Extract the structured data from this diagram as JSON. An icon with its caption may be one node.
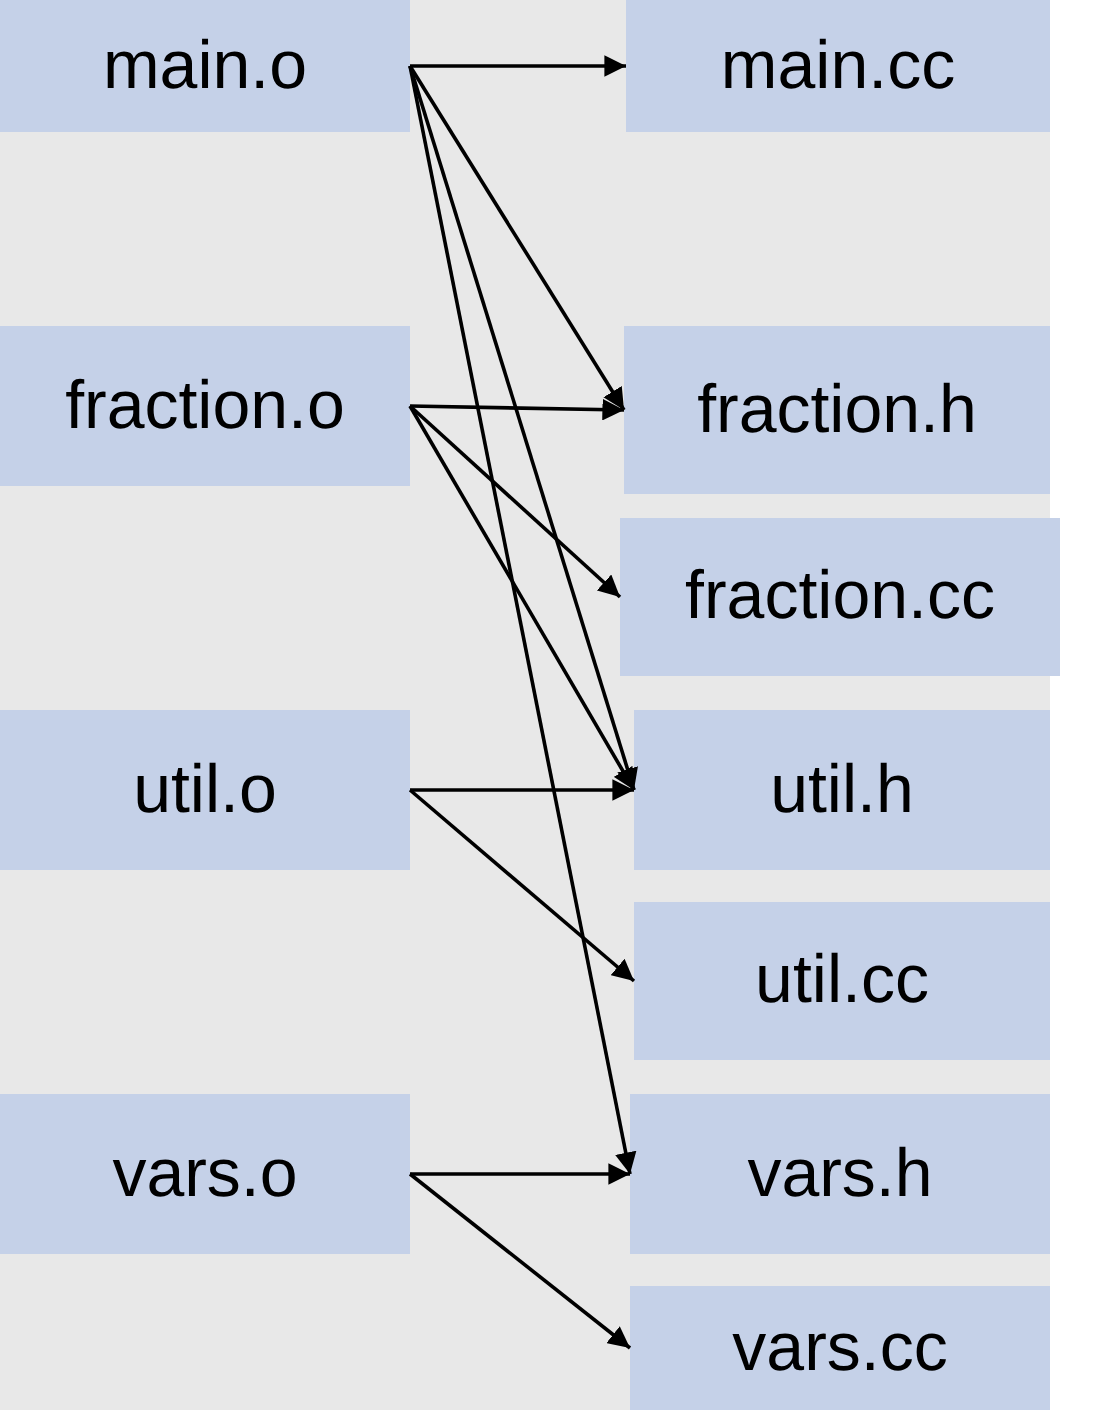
{
  "diagram": {
    "nodes": [
      {
        "text": [
          "main.o"
        ]
      },
      {
        "text": [
          "fraction.o"
        ]
      },
      {
        "text": [
          "util.o"
        ]
      },
      {
        "text": [
          "vars.o"
        ]
      },
      {
        "text": [
          "main.cc"
        ]
      },
      {
        "text": [
          "fraction.h"
        ]
      },
      {
        "text": [
          "fraction.cc"
        ]
      },
      {
        "text": [
          "util.h"
        ]
      },
      {
        "text": [
          "util.cc"
        ]
      },
      {
        "text": [
          "vars.h"
        ]
      },
      {
        "text": [
          "vars.cc"
        ]
      }
    ],
    "edges": [
      {
        "from": 0,
        "to": 4,
        "arrow": "to"
      },
      {
        "from": 0,
        "to": 5,
        "arrow": "to"
      },
      {
        "from": 0,
        "to": 7,
        "arrow": "to"
      },
      {
        "from": 0,
        "to": 9,
        "arrow": "to"
      },
      {
        "from": 1,
        "to": 5,
        "arrow": "to"
      },
      {
        "from": 1,
        "to": 6,
        "arrow": "to"
      },
      {
        "from": 1,
        "to": 7,
        "arrow": "to"
      },
      {
        "from": 2,
        "to": 7,
        "arrow": "to"
      },
      {
        "from": 2,
        "to": 8,
        "arrow": "to"
      },
      {
        "from": 3,
        "to": 9,
        "arrow": "to"
      },
      {
        "from": 3,
        "to": 10,
        "arrow": "to"
      }
    ]
  }
}
